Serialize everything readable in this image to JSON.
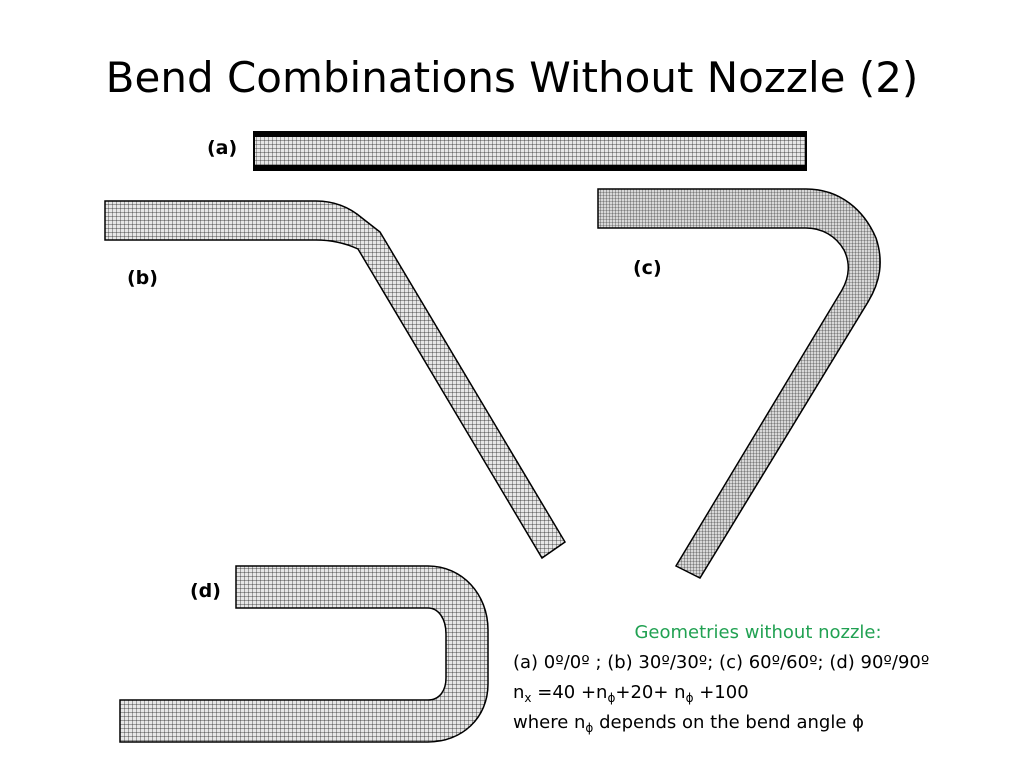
{
  "title": "Bend Combinations Without Nozzle (2)",
  "labels": {
    "a": "(a)",
    "b": "(b)",
    "c": "(c)",
    "d": "(d)"
  },
  "caption": {
    "heading": "Geometries without nozzle:",
    "line1": "(a) 0º/0º ; (b) 30º/30º; (c) 60º/60º; (d) 90º/90º",
    "line2": {
      "n": "n",
      "x": "x",
      "eq": " =40 +n",
      "phi1": "ϕ",
      "mid": "+20+ n",
      "phi2": "ϕ",
      "end": " +100"
    },
    "line3": {
      "pre": "where n",
      "phi": "ϕ",
      "post": " depends on the bend angle ϕ"
    }
  },
  "colors": {
    "heading": "#21a152",
    "mesh_line": "#111111",
    "mesh_fill": "#e8e8e8"
  }
}
